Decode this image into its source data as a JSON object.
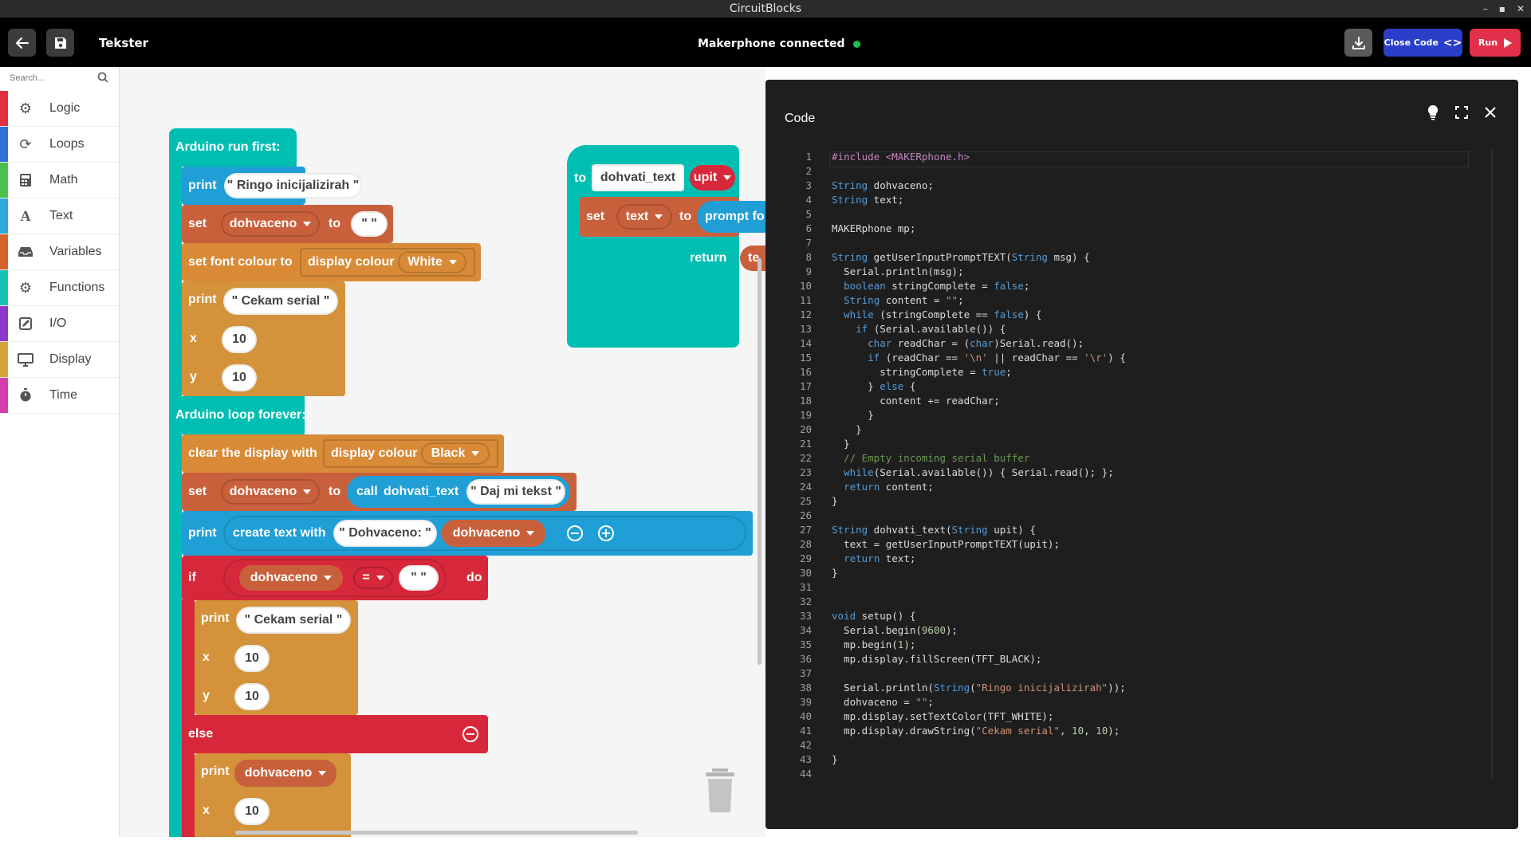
{
  "window": {
    "title": "CircuitBlocks",
    "controls": [
      "–",
      "▪",
      "✕"
    ]
  },
  "header": {
    "project_title": "Tekster",
    "connection_status": "Makerphone connected",
    "connection_color": "#1fbe52",
    "close_code_label": "Close Code",
    "run_label": "Run"
  },
  "sidebar": {
    "search_placeholder": "Search...",
    "categories": [
      {
        "label": "Logic",
        "color": "#e0303d",
        "icon": "gears-icon"
      },
      {
        "label": "Loops",
        "color": "#2e6fd8",
        "icon": "refresh-icon"
      },
      {
        "label": "Math",
        "color": "#49c24b",
        "icon": "calculator-icon"
      },
      {
        "label": "Text",
        "color": "#2fa7d8",
        "icon": "text-icon"
      },
      {
        "label": "Variables",
        "color": "#d6632c",
        "icon": "inbox-icon"
      },
      {
        "label": "Functions",
        "color": "#16c2b4",
        "icon": "gear-icon"
      },
      {
        "label": "I/O",
        "color": "#8e38c9",
        "icon": "edit-icon"
      },
      {
        "label": "Display",
        "color": "#d7a43a",
        "icon": "monitor-icon"
      },
      {
        "label": "Time",
        "color": "#d83cab",
        "icon": "stopwatch-icon"
      }
    ]
  },
  "blocks": {
    "run_first": "Arduino run first:",
    "print": "print",
    "ringo": "\" Ringo inicijalizirah \"",
    "set": "set",
    "dohvaceno": "dohvaceno",
    "to": "to",
    "empty_str": "\"  \"",
    "set_font": "set font colour to",
    "display_colour": "display colour",
    "white": "White",
    "cekam": "\" Cekam serial \"",
    "x": "x",
    "y": "y",
    "ten": "10",
    "loop_forever": "Arduino loop forever:",
    "clear_display": "clear the display with",
    "black": "Black",
    "call": "call",
    "dohvati_text": "dohvati_text",
    "daj": "\" Daj mi tekst \"",
    "create_text": "create text with",
    "dohvaceno_str": "\" Dohvaceno: \"",
    "if": "if",
    "eq": "=",
    "do": "do",
    "else": "else",
    "fn_to": "to",
    "upit": "upit",
    "text": "text",
    "prompt": "prompt fo",
    "return": "return",
    "return_val": "te"
  },
  "code_panel": {
    "title": "Code",
    "lines": [
      "#include <MAKERphone.h>",
      "",
      "String dohvaceno;",
      "String text;",
      "",
      "MAKERphone mp;",
      "",
      "String getUserInputPromptTEXT(String msg) {",
      "  Serial.println(msg);",
      "  boolean stringComplete = false;",
      "  String content = \"\";",
      "  while (stringComplete == false) {",
      "    if (Serial.available()) {",
      "      char readChar = (char)Serial.read();",
      "      if (readChar == '\\n' || readChar == '\\r') {",
      "        stringComplete = true;",
      "      } else {",
      "        content += readChar;",
      "      }",
      "    }",
      "  }",
      "  // Empty incoming serial buffer",
      "  while(Serial.available()) { Serial.read(); };",
      "  return content;",
      "}",
      "",
      "String dohvati_text(String upit) {",
      "  text = getUserInputPromptTEXT(upit);",
      "  return text;",
      "}",
      "",
      "",
      "void setup() {",
      "  Serial.begin(9600);",
      "  mp.begin(1);",
      "  mp.display.fillScreen(TFT_BLACK);",
      "",
      "  Serial.println(String(\"Ringo inicijalizirah\"));",
      "  dohvaceno = \"\";",
      "  mp.display.setTextColor(TFT_WHITE);",
      "  mp.display.drawString(\"Cekam serial\", 10, 10);",
      "",
      "}",
      ""
    ]
  }
}
